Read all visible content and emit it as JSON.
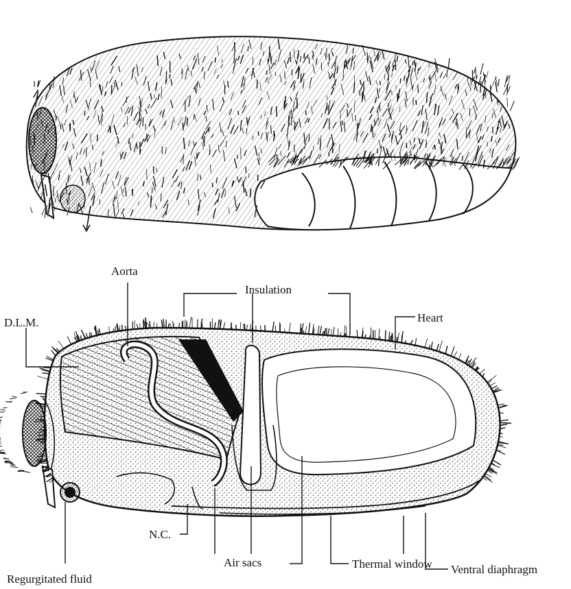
{
  "labels": {
    "aorta": "Aorta",
    "insulation": "Insulation",
    "dlm": "D.L.M.",
    "heart": "Heart",
    "nc": "N.C.",
    "air_sacs": "Air sacs",
    "thermal_window": "Thermal window",
    "ventral_diaphragm": "Ventral diaphragm",
    "regurgitated_fluid": "Regurgitated fluid"
  },
  "colors": {
    "ink": "#111111",
    "paper": "#ffffff",
    "stipple": "#555555"
  }
}
